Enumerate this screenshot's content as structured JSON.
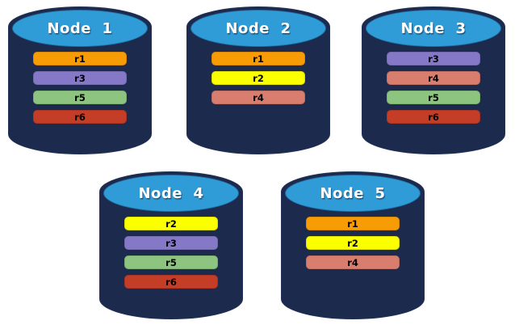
{
  "diagram": {
    "background": "#ffffff",
    "cylinder": {
      "body_color": "#1B2A4D",
      "top_color": "#2F9CD8",
      "outline_color": "#223258"
    },
    "replica_colors": {
      "r1": "#F89C05",
      "r2": "#FCFF00",
      "r3": "#8579C7",
      "r4": "#D97E6F",
      "r5": "#8CC480",
      "r6": "#C33D27"
    },
    "nodes": [
      {
        "id": "node-1",
        "title": "Node  1",
        "replicas": [
          "r1",
          "r3",
          "r5",
          "r6"
        ]
      },
      {
        "id": "node-2",
        "title": "Node  2",
        "replicas": [
          "r1",
          "r2",
          "r4"
        ]
      },
      {
        "id": "node-3",
        "title": "Node  3",
        "replicas": [
          "r3",
          "r4",
          "r5",
          "r6"
        ]
      },
      {
        "id": "node-4",
        "title": "Node  4",
        "replicas": [
          "r2",
          "r3",
          "r5",
          "r6"
        ]
      },
      {
        "id": "node-5",
        "title": "Node  5",
        "replicas": [
          "r1",
          "r2",
          "r4"
        ]
      }
    ]
  }
}
